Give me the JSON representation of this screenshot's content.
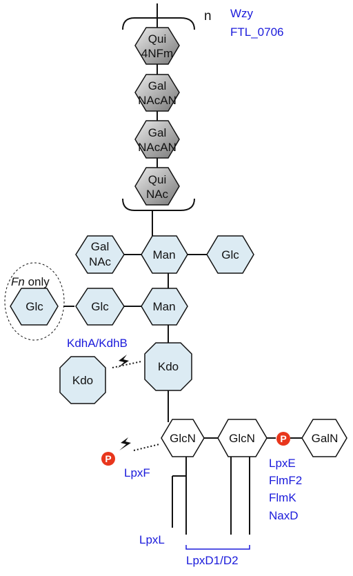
{
  "colors": {
    "residue_fill": "#dcebf3",
    "ospolymer_fill_light": "#ebebeb",
    "ospolymer_fill_dark": "#777777",
    "enzyme_text": "#1a1adb",
    "phosphate": "#e8361c",
    "stroke": "#111111"
  },
  "o_antigen": {
    "repeat_label": "n",
    "units": [
      {
        "line1": "Qui",
        "line2": "4NFm"
      },
      {
        "line1": "Gal",
        "line2": "NAcAN"
      },
      {
        "line1": "Gal",
        "line2": "NAcAN"
      },
      {
        "line1": "Qui",
        "line2": "NAc"
      }
    ],
    "enzymes": [
      "Wzy",
      "FTL_0706"
    ]
  },
  "core": {
    "row1": {
      "left": {
        "line1": "Gal",
        "line2": "NAc"
      },
      "center": "Man",
      "right": "Glc"
    },
    "row2": {
      "outer": "Glc",
      "left": "Glc",
      "center": "Man"
    },
    "fn_only": {
      "italic": "Fn",
      "rest": " only"
    },
    "kdo_main": "Kdo",
    "kdo_released": "Kdo",
    "kdo_enzyme": "KdhA/KdhB"
  },
  "lipid_a": {
    "glcn1": "GlcN",
    "glcn2": "GlcN",
    "galn": "GalN",
    "phosphate_symbol": "P",
    "lpxf": "LpxF",
    "right_enzymes": [
      "LpxE",
      "FlmF2",
      "FlmK",
      "NaxD"
    ],
    "lpxl": "LpxL",
    "lpxd": "LpxD1/D2"
  }
}
